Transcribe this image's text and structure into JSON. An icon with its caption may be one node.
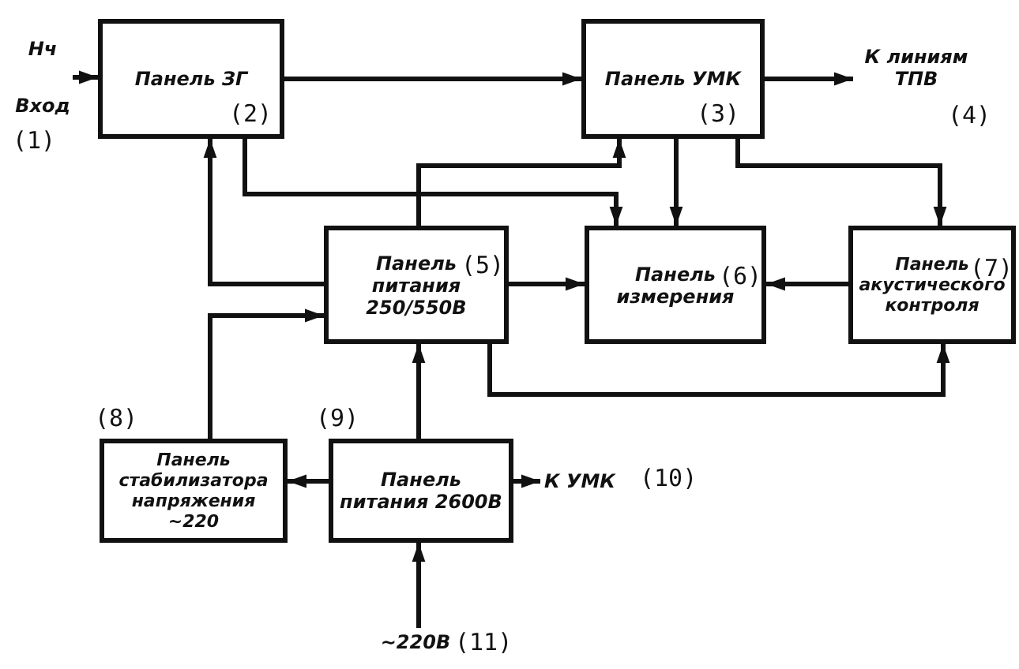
{
  "diagram": {
    "nodes": [
      {
        "text": [
          "Нч",
          "Вход"
        ],
        "beside": [
          "(1)"
        ]
      },
      {
        "text": [
          "Панель ЗГ",
          "(2)"
        ]
      },
      {
        "text": [
          "Панель УМК",
          "(3)"
        ]
      },
      {
        "text": [
          "К линиям ТПВ"
        ],
        "beside": [
          "(4)"
        ]
      },
      {
        "text": [
          "Панель питания 250/550В",
          "(5)"
        ]
      },
      {
        "text": [
          "Панель измерения",
          "(6)"
        ]
      },
      {
        "text": [
          "Панель акустического контроля",
          "(7)"
        ]
      },
      {
        "text": [
          "Панель стабилизатора напряжения ~220"
        ],
        "beside": [
          "(8)"
        ]
      },
      {
        "text": [
          "Панель питания 2600В"
        ],
        "beside": [
          "(9)"
        ]
      },
      {
        "text": [
          "К УМК"
        ],
        "beside": [
          "(10)"
        ]
      },
      {
        "text": [
          "~220В"
        ],
        "beside": [
          "(11)"
        ]
      }
    ],
    "edges": [
      {
        "from": 0,
        "to": 1,
        "arrow": "to"
      },
      {
        "from": 1,
        "to": 2,
        "arrow": "to"
      },
      {
        "from": 2,
        "to": 3,
        "arrow": "to"
      },
      {
        "from": 1,
        "to": 5,
        "arrow": "to"
      },
      {
        "from": 4,
        "to": 1,
        "arrow": "to"
      },
      {
        "from": 4,
        "to": 2,
        "arrow": "to"
      },
      {
        "from": 2,
        "to": 5,
        "arrow": "to"
      },
      {
        "from": 2,
        "to": 6,
        "arrow": "to"
      },
      {
        "from": 4,
        "to": 5,
        "arrow": "to"
      },
      {
        "from": 6,
        "to": 5,
        "arrow": "to"
      },
      {
        "from": 4,
        "to": 6,
        "arrow": "to"
      },
      {
        "from": 7,
        "to": 4,
        "arrow": "to"
      },
      {
        "from": 8,
        "to": 4,
        "arrow": "to"
      },
      {
        "from": 8,
        "to": 7,
        "arrow": "to"
      },
      {
        "from": 8,
        "to": 9,
        "arrow": "to"
      },
      {
        "from": 10,
        "to": 8,
        "arrow": "to"
      }
    ]
  }
}
